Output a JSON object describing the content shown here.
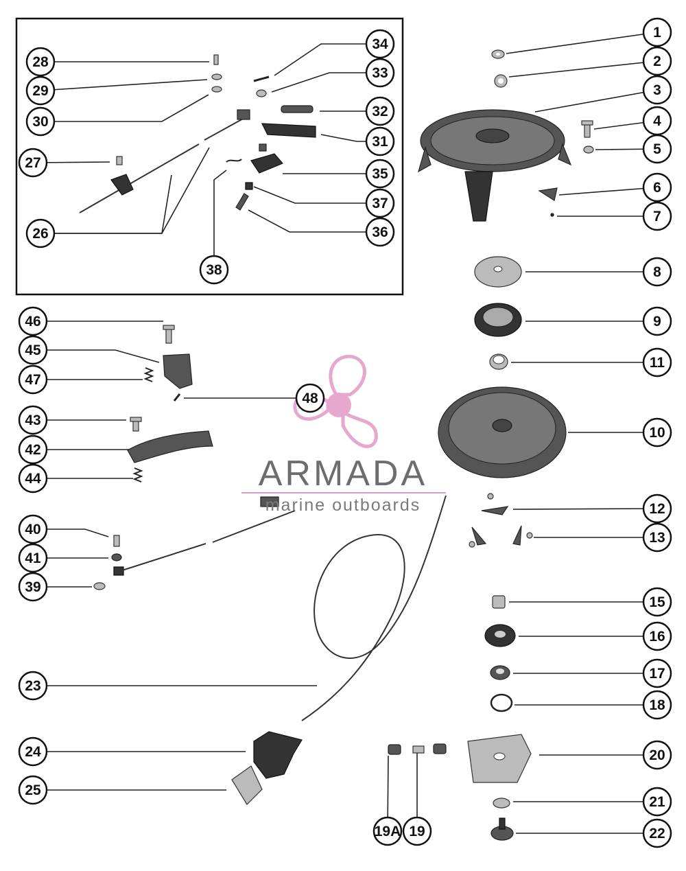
{
  "callouts": {
    "c1": "1",
    "c2": "2",
    "c3": "3",
    "c4": "4",
    "c5": "5",
    "c6": "6",
    "c7": "7",
    "c8": "8",
    "c9": "9",
    "c10": "10",
    "c11": "11",
    "c12": "12",
    "c13": "13",
    "c15": "15",
    "c16": "16",
    "c17": "17",
    "c18": "18",
    "c19": "19",
    "c19a": "19A",
    "c20": "20",
    "c21": "21",
    "c22": "22",
    "c23": "23",
    "c24": "24",
    "c25": "25",
    "c26": "26",
    "c27": "27",
    "c28": "28",
    "c29": "29",
    "c30": "30",
    "c31": "31",
    "c32": "32",
    "c33": "33",
    "c34": "34",
    "c35": "35",
    "c36": "36",
    "c37": "37",
    "c38": "38",
    "c39": "39",
    "c40": "40",
    "c41": "41",
    "c42": "42",
    "c43": "43",
    "c44": "44",
    "c45": "45",
    "c46": "46",
    "c47": "47",
    "c48": "48"
  },
  "watermark": {
    "name": "ARMADA",
    "tagline": "marine outboards",
    "accent_color": "#e29ac4",
    "text_color": "#6d6d6d"
  }
}
